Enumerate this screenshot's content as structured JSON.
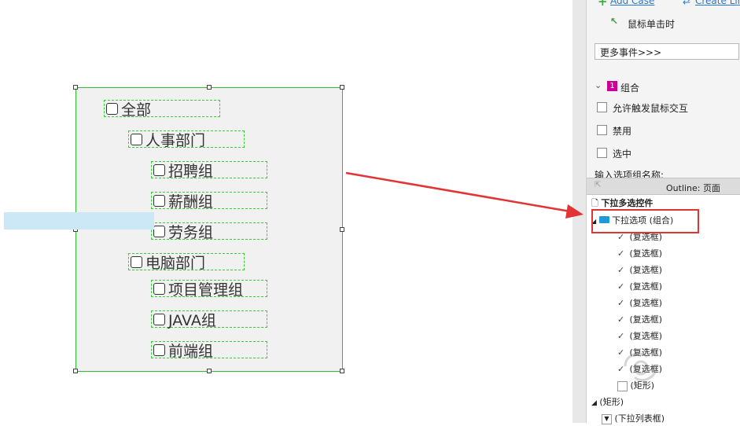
{
  "canvas": {
    "items": [
      {
        "label": "全部",
        "level": 0
      },
      {
        "label": "人事部门",
        "level": 1
      },
      {
        "label": "招聘组",
        "level": 2
      },
      {
        "label": "薪酬组",
        "level": 2
      },
      {
        "label": "劳务组",
        "level": 2
      },
      {
        "label": "电脑部门",
        "level": 1
      },
      {
        "label": "项目管理组",
        "level": 2
      },
      {
        "label": "JAVA组",
        "level": 2
      },
      {
        "label": "前端组",
        "level": 2
      }
    ]
  },
  "panel": {
    "add_case": "Add Case",
    "create_link": "Create Lin",
    "mouse_click": "鼠标单击时",
    "more_events": "更多事件>>>",
    "group_badge": "1",
    "group_label": "组合",
    "opt_allow_trigger": "允许触发鼠标交互",
    "opt_disabled": "禁用",
    "opt_selected": "选中",
    "cut_off_label": "输入选项组名称:",
    "outline_title": "Outline: 页面",
    "tree_root": "下拉多选控件",
    "tree_group": "下拉选项 (组合)",
    "tree_checkbox": "(复选框)",
    "tree_checkbox_count": 9,
    "tree_rect_inner": "(矩形)",
    "tree_rect": "(矩形)",
    "tree_list": "(下拉列表框)"
  },
  "colors": {
    "selection_green": "#2dbf2d",
    "dashed_green": "#37cf37",
    "arrow_red": "#e23434",
    "highlight": "#cce8f6",
    "badge_magenta": "#cc0099"
  }
}
